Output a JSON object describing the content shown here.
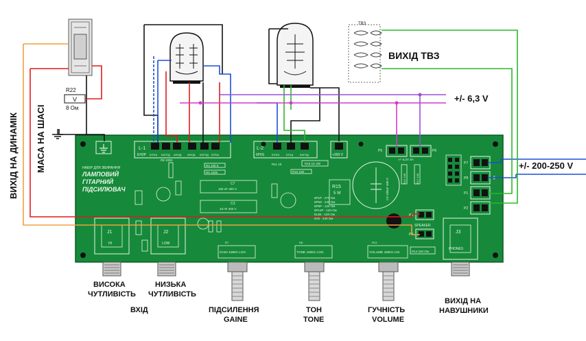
{
  "colors": {
    "pcb": "#168a3a",
    "wire_red": "#e01a1a",
    "wire_blue": "#1a4fd6",
    "wire_green": "#2db52d",
    "wire_black": "#111111",
    "wire_orange": "#f0a040",
    "wire_magenta": "#d638c8",
    "wire_purple": "#9a4ed6"
  },
  "labels": {
    "output_transformer": "ВИХІД ТВЗ",
    "heater_voltage": "+/- 6,3 V",
    "anode_voltage": "+/- 200-250 V",
    "speaker_output": "ВИХІД НА ДИНАМІК",
    "chassis_ground": "МАСА НА ШАСІ",
    "load_resistor_name": "R22",
    "load_resistor_value": "8 Ом",
    "load_resistor_mark": "V",
    "transformer_mark": "ТВЗ"
  },
  "bottom_labels": {
    "high_sens": [
      "ВИСОКА",
      "ЧУТЛИВІСТЬ"
    ],
    "low_sens": [
      "НИЗЬКА",
      "ЧУТЛИВІСТЬ"
    ],
    "input": "ВХІД",
    "gain": [
      "ПІДСИЛЕННЯ",
      "GAINE"
    ],
    "tone": [
      "ТОН",
      "TONE"
    ],
    "volume": [
      "ГУЧНІСТЬ",
      "VOLUME"
    ],
    "phones": [
      "ВИХІД НА",
      "НАВУШНИКИ"
    ]
  },
  "pcb": {
    "kit_line1": "НАБІР ДЛЯ ЗБИРАННЯ",
    "kit_title": [
      "ЛАМПОВИЙ",
      "ГІТАРНИЙ",
      "ПІДСИЛЮВАЧ"
    ],
    "l1": "L-1",
    "l1_tube": "ЕН2Р",
    "l1_pins": [
      "БІТКА",
      "КАТОД",
      "АНОД",
      "АНОД",
      "КАТОД",
      "БІТКА"
    ],
    "l2": "L-2",
    "l2_tube": "6Р6S",
    "l2_pins": [
      "БІТКА",
      "БІТЦІ",
      "КАТОД"
    ],
    "hv": "+350 V",
    "resistor_labels": [
      "R4 100 K",
      "R5 100K",
      "R8 100K",
      "R11 1K",
      "R10 10K",
      "R16 1K 2W"
    ],
    "cap_labels": [
      "C7",
      "100 nF 400 V",
      "C3",
      "10 nF 400 V",
      "C9 100uF 400 V"
    ],
    "r15": [
      "R15",
      "5 W"
    ],
    "tube_table": [
      "6P1P - 270 Ом",
      "6P6S - 240 Ом",
      "6P6P - 120 Ом",
      "6P14P - 120 Ом",
      "EL84 - 120 Ом",
      "6V6 - 240 Ом"
    ],
    "p5": "P5",
    "p6": "P6",
    "p6_label": "+/- 6,3V 3A",
    "p7": "P7",
    "p8": "P8",
    "p1": "P1",
    "p2": "P2",
    "p3": "P3",
    "p4": "P4",
    "speaker": "SPEAKER",
    "j1": "J1",
    "j1_label": "HI",
    "j2": "J2",
    "j2_label": "LOW",
    "j3": "J3",
    "j3_label": "PHONES",
    "pots": [
      "GAIN 1MEG LOG",
      "TONE 1MEG LOG",
      "VOLUME 1MEG LIN"
    ],
    "pot_refs": [
      "R7",
      "R8",
      "R13"
    ],
    "r14": "R14 220 Ом",
    "r17": "R17 10K",
    "r12": "R12 10K",
    "tr_label": "ТR"
  }
}
